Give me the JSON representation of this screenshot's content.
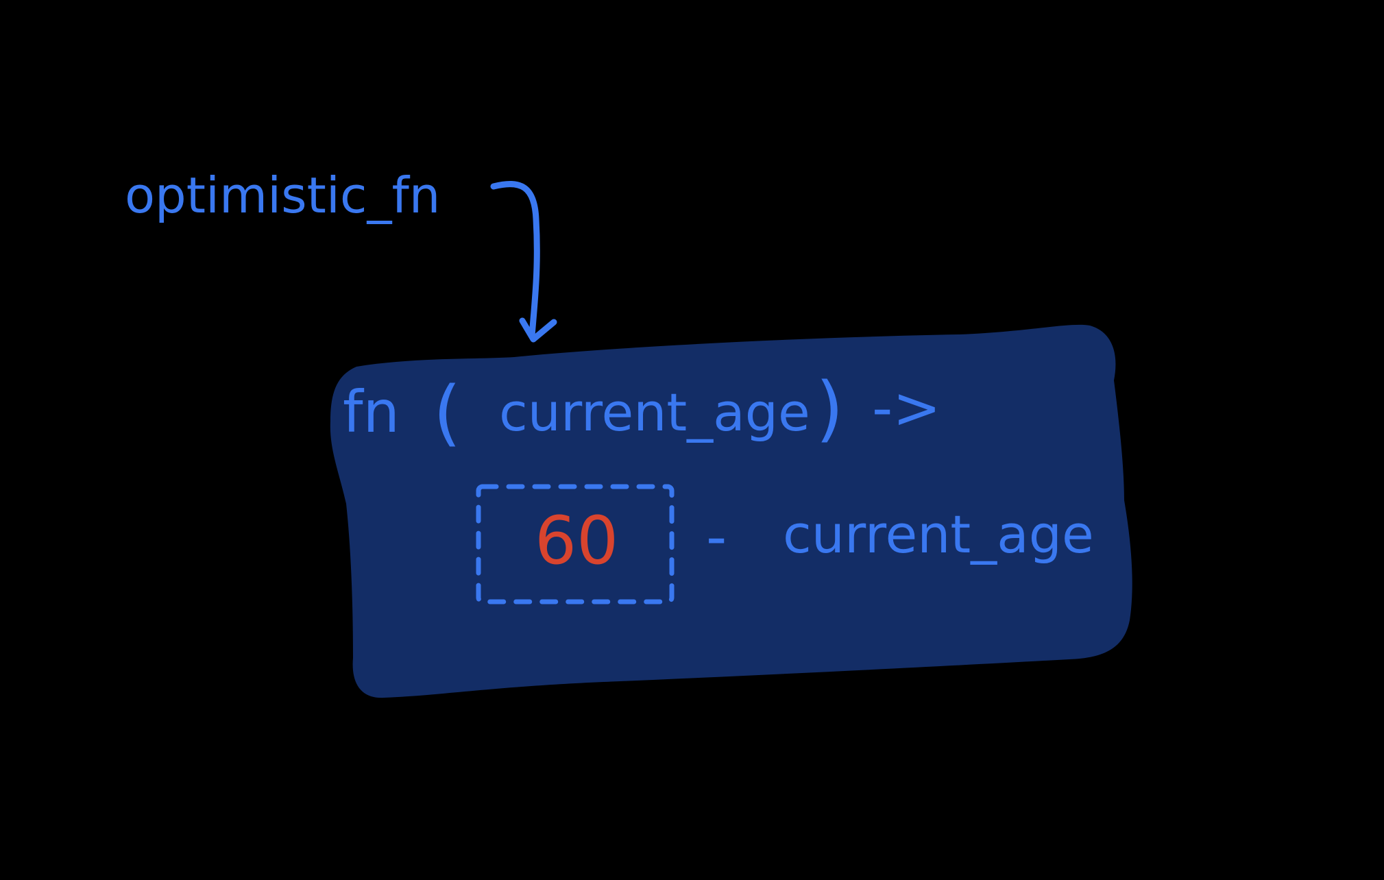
{
  "diagram": {
    "label": "optimistic_fn",
    "signature": {
      "keyword": "fn",
      "open_paren": "(",
      "param": "current_age",
      "close_paren": ")",
      "arrow": "->"
    },
    "body": {
      "constant": "60",
      "operator": "-",
      "operand": "current_age"
    }
  },
  "colors": {
    "background": "#000000",
    "ink_blue": "#3a78f0",
    "fill_navy": "#132d66",
    "constant_red": "#d9442e"
  }
}
